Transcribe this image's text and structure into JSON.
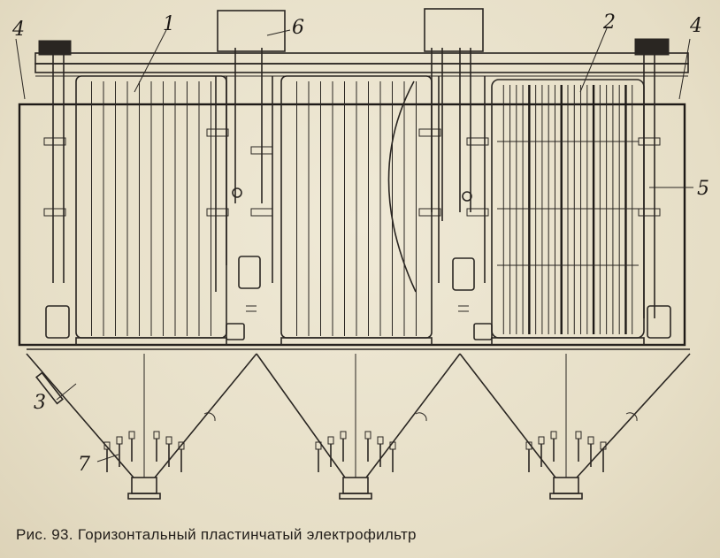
{
  "figure": {
    "caption": "Рис. 93. Горизонтальный пластинчатый электрофильтр",
    "callouts": [
      "1",
      "2",
      "3",
      "4",
      "4",
      "5",
      "6",
      "7"
    ]
  }
}
